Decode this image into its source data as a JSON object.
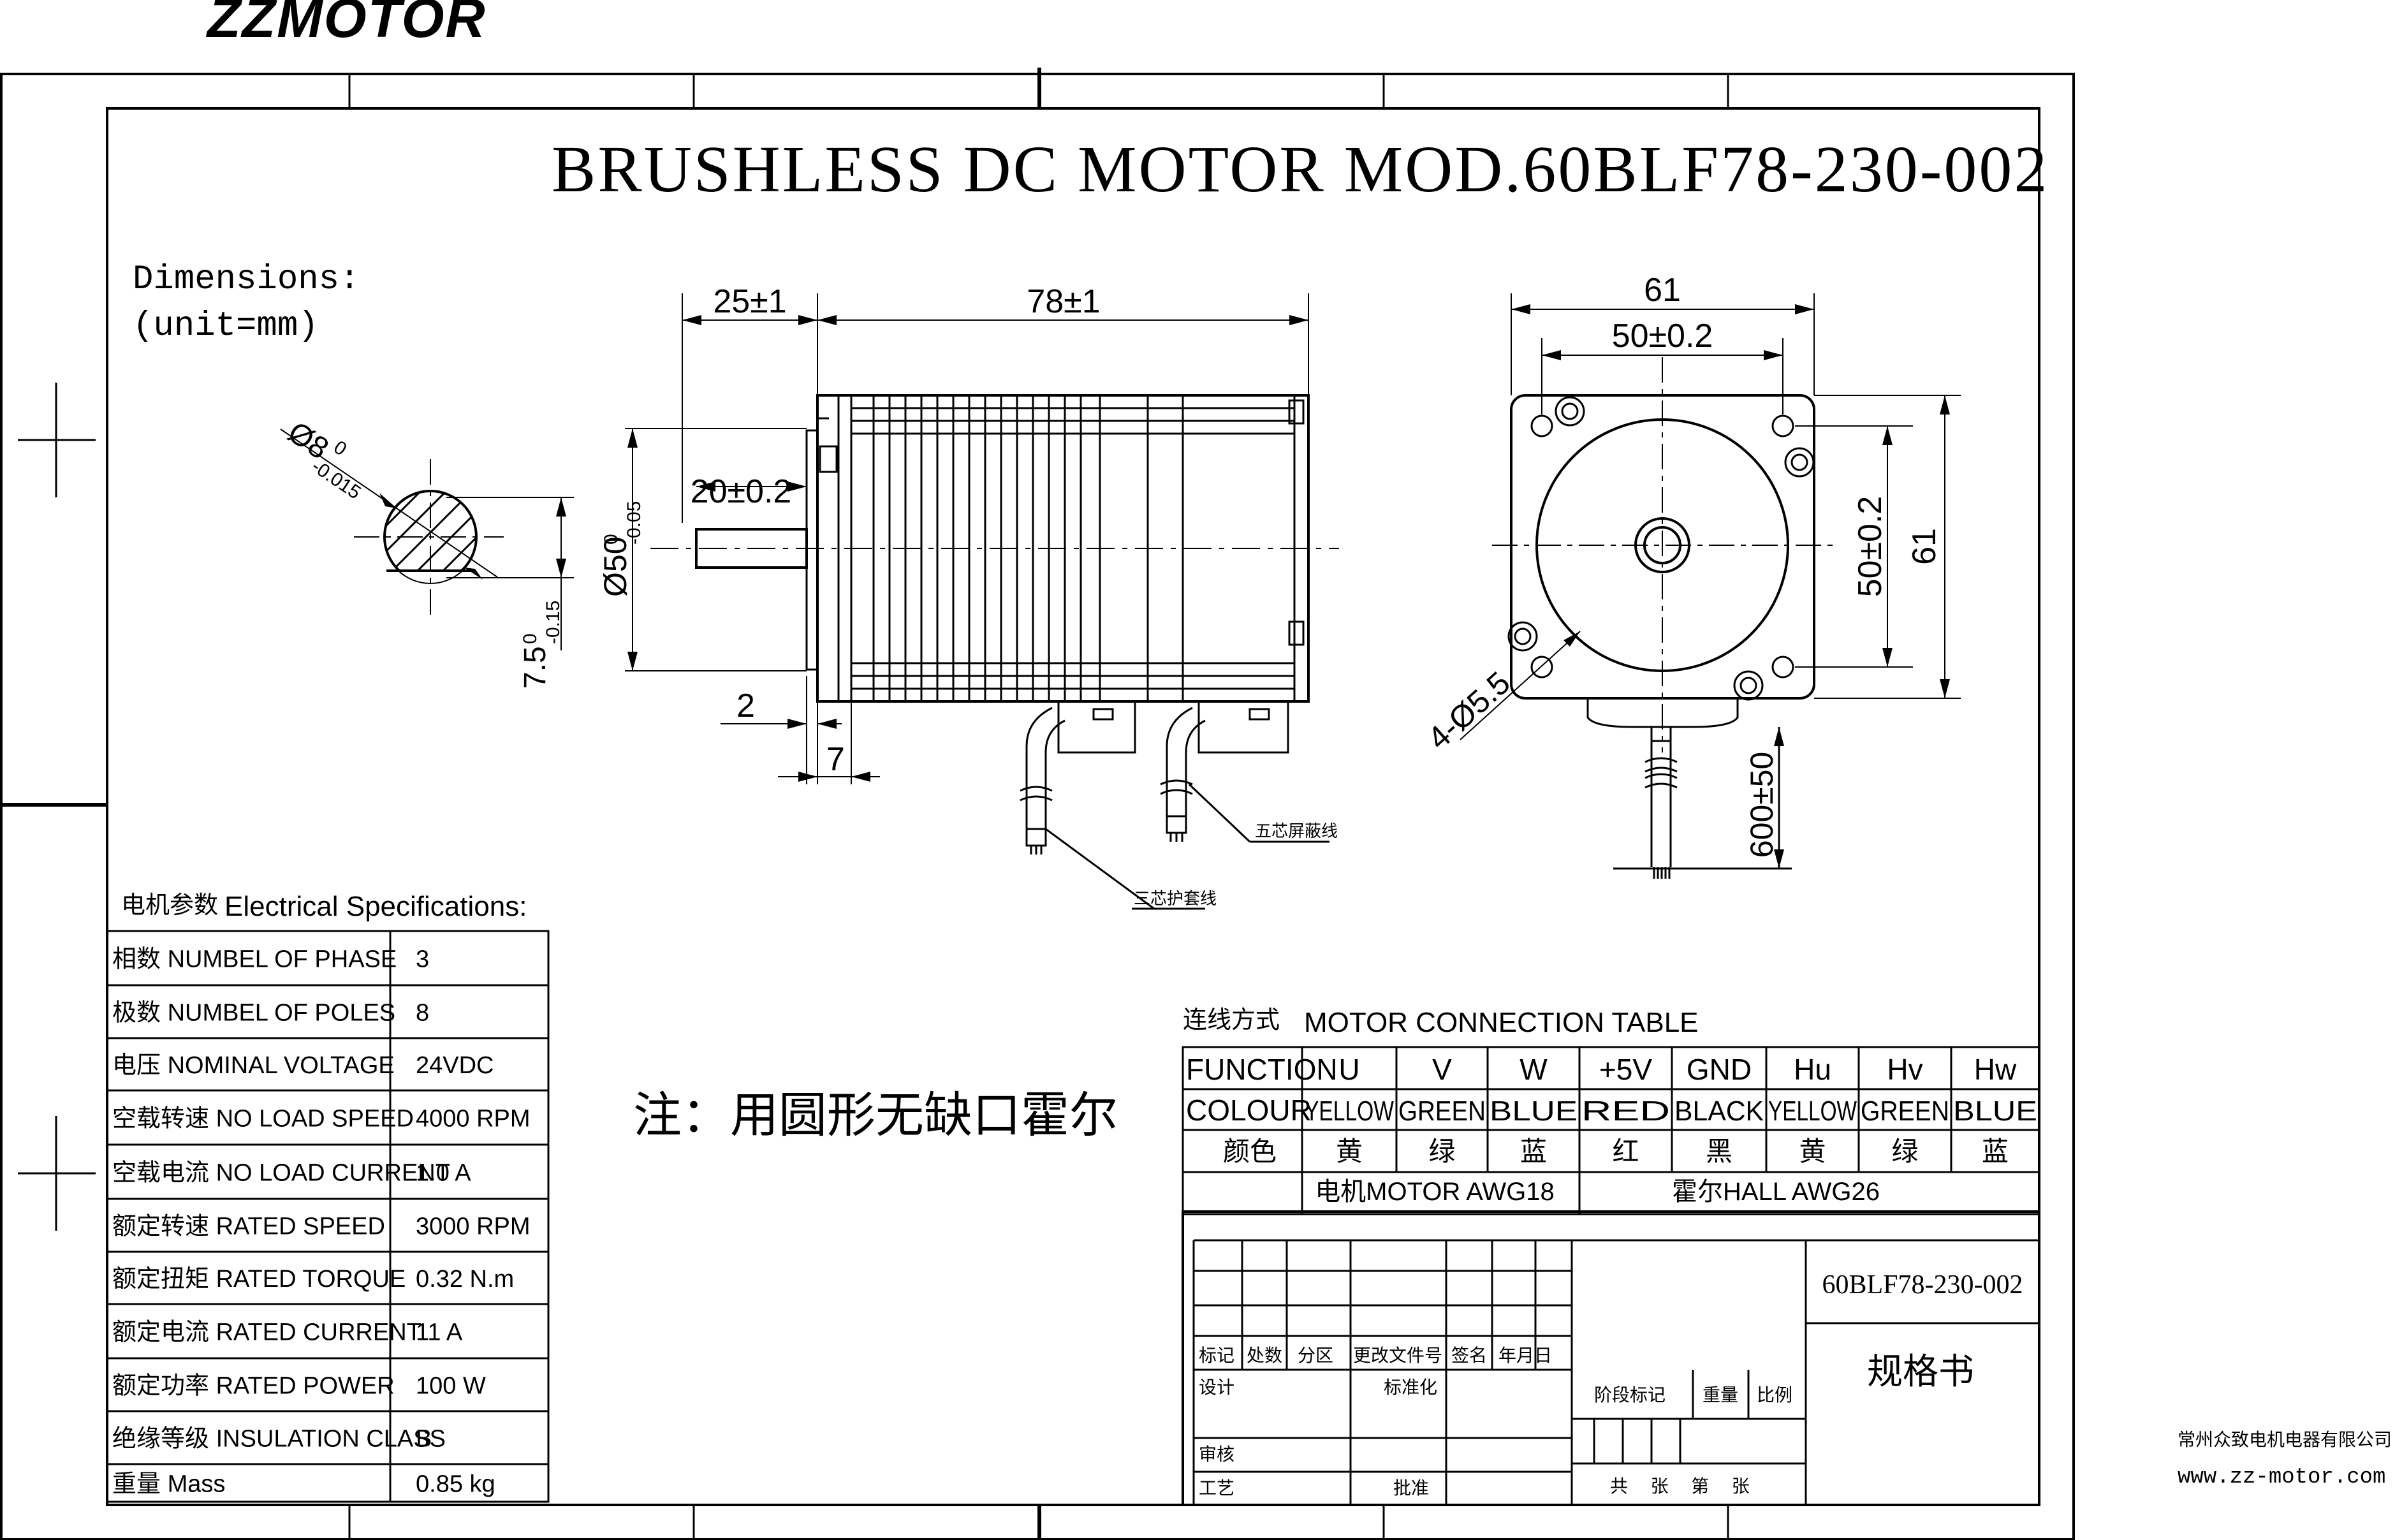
{
  "brand": {
    "logo": "ZZMOTOR"
  },
  "title": "BRUSHLESS DC MOTOR MOD.60BLF78-230-002",
  "dimensions_note": {
    "line1": "Dimensions:",
    "line2": "(unit=mm)"
  },
  "side_view": {
    "flange_len": "25±1",
    "body_len": "78±1",
    "shaft_len": "20±0.2",
    "pilot_dia_base": "Ø50",
    "pilot_dia_tol_upper": "0",
    "pilot_dia_tol_lower": "-0.05",
    "flange_thk": "2",
    "flange_step": "7"
  },
  "shaft_section": {
    "dia_base": "Ø8",
    "dia_tol_upper": "0",
    "dia_tol_lower": "-0.015",
    "flat_base": "7.5",
    "flat_tol_upper": "0",
    "flat_tol_lower": "-0.15"
  },
  "front_view": {
    "width": "61",
    "hole_spacing_h": "50±0.2",
    "hole_spacing_v": "50±0.2",
    "height": "61",
    "holes": "4-Ø5.5",
    "lead_len": "600±50"
  },
  "cable_labels": {
    "shielded": "五芯屏蔽线",
    "sheathed": "三芯护套线"
  },
  "note": "注：用圆形无缺口霍尔",
  "electrical": {
    "header_cn": "电机参数",
    "header_en": "Electrical Specifications:",
    "rows": [
      {
        "cn": "相数",
        "en": "NUMBEL OF PHASE",
        "value": "3"
      },
      {
        "cn": "极数",
        "en": "NUMBEL OF POLES",
        "value": "8"
      },
      {
        "cn": "电压",
        "en": "NOMINAL VOLTAGE",
        "value": "24VDC"
      },
      {
        "cn": "空载转速",
        "en": "NO LOAD SPEED",
        "value": "4000 RPM"
      },
      {
        "cn": "空载电流",
        "en": "NO LOAD CURRENT",
        "value": "1.0 A"
      },
      {
        "cn": "额定转速",
        "en": "RATED SPEED",
        "value": "3000 RPM"
      },
      {
        "cn": "额定扭矩",
        "en": "RATED TORQUE",
        "value": "0.32 N.m"
      },
      {
        "cn": "额定电流",
        "en": "RATED  CURRENT",
        "value": "11 A"
      },
      {
        "cn": "额定功率",
        "en": "RATED  POWER",
        "value": "100 W"
      },
      {
        "cn": "绝缘等级",
        "en": "INSULATION CLASS",
        "value": "B"
      },
      {
        "cn": "重量",
        "en": "Mass",
        "value": "0.85 kg"
      }
    ]
  },
  "connection": {
    "header_cn": "连线方式",
    "header_en": "MOTOR CONNECTION TABLE",
    "function_label": "FUNCTION",
    "colour_label": "COLOUR",
    "colour_cn_label": "颜色",
    "columns": [
      {
        "fn": "U",
        "colour": "YELLOW",
        "cn": "黄"
      },
      {
        "fn": "V",
        "colour": "GREEN",
        "cn": "绿"
      },
      {
        "fn": "W",
        "colour": "BLUE",
        "cn": "蓝"
      },
      {
        "fn": "+5V",
        "colour": "RED",
        "cn": "红"
      },
      {
        "fn": "GND",
        "colour": "BLACK",
        "cn": "黑"
      },
      {
        "fn": "Hu",
        "colour": "YELLOW",
        "cn": "黄"
      },
      {
        "fn": "Hv",
        "colour": "GREEN",
        "cn": "绿"
      },
      {
        "fn": "Hw",
        "colour": "BLUE",
        "cn": "蓝"
      }
    ],
    "motor_wire": "电机MOTOR  AWG18",
    "hall_wire": "霍尔HALL  AWG26"
  },
  "title_block": {
    "model": "60BLF78-230-002",
    "doc_type": "规格书",
    "headers": [
      "标记",
      "处数",
      "分区",
      "更改文件号",
      "签名",
      "年月日"
    ],
    "design": "设计",
    "standard": "标准化",
    "review": "审核",
    "process": "工艺",
    "approve": "批准",
    "stage_mark": "阶段标记",
    "weight": "重量",
    "scale": "比例",
    "sheets": "共    张    第    张"
  },
  "company": {
    "name": "常州众致电机电器有限公司",
    "web": "www.zz-motor.com"
  }
}
